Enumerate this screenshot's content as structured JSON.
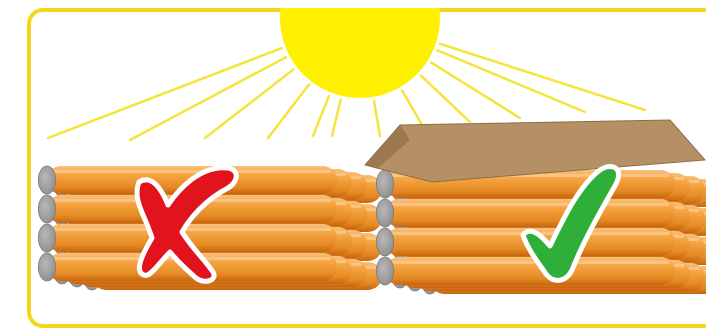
{
  "scene": {
    "colors": {
      "frame": "#f7d51e",
      "sun": "#fff000",
      "rays": "#f3e53a",
      "log_light": "#f6a94a",
      "log_dark": "#cf6c12",
      "log_end": "#9e9e9e",
      "roof": "#b59064",
      "cross_fill": "#e1141e",
      "check_fill": "#2fae3a",
      "mark_outline": "#ffffff"
    },
    "left_stack": {
      "name": "uncovered-log-stack",
      "status": "incorrect",
      "mark": "cross",
      "covered": false
    },
    "right_stack": {
      "name": "covered-log-stack",
      "status": "correct",
      "mark": "checkmark",
      "covered": true
    },
    "sun": {
      "icon": "sun-icon",
      "ray_count": 12
    }
  }
}
